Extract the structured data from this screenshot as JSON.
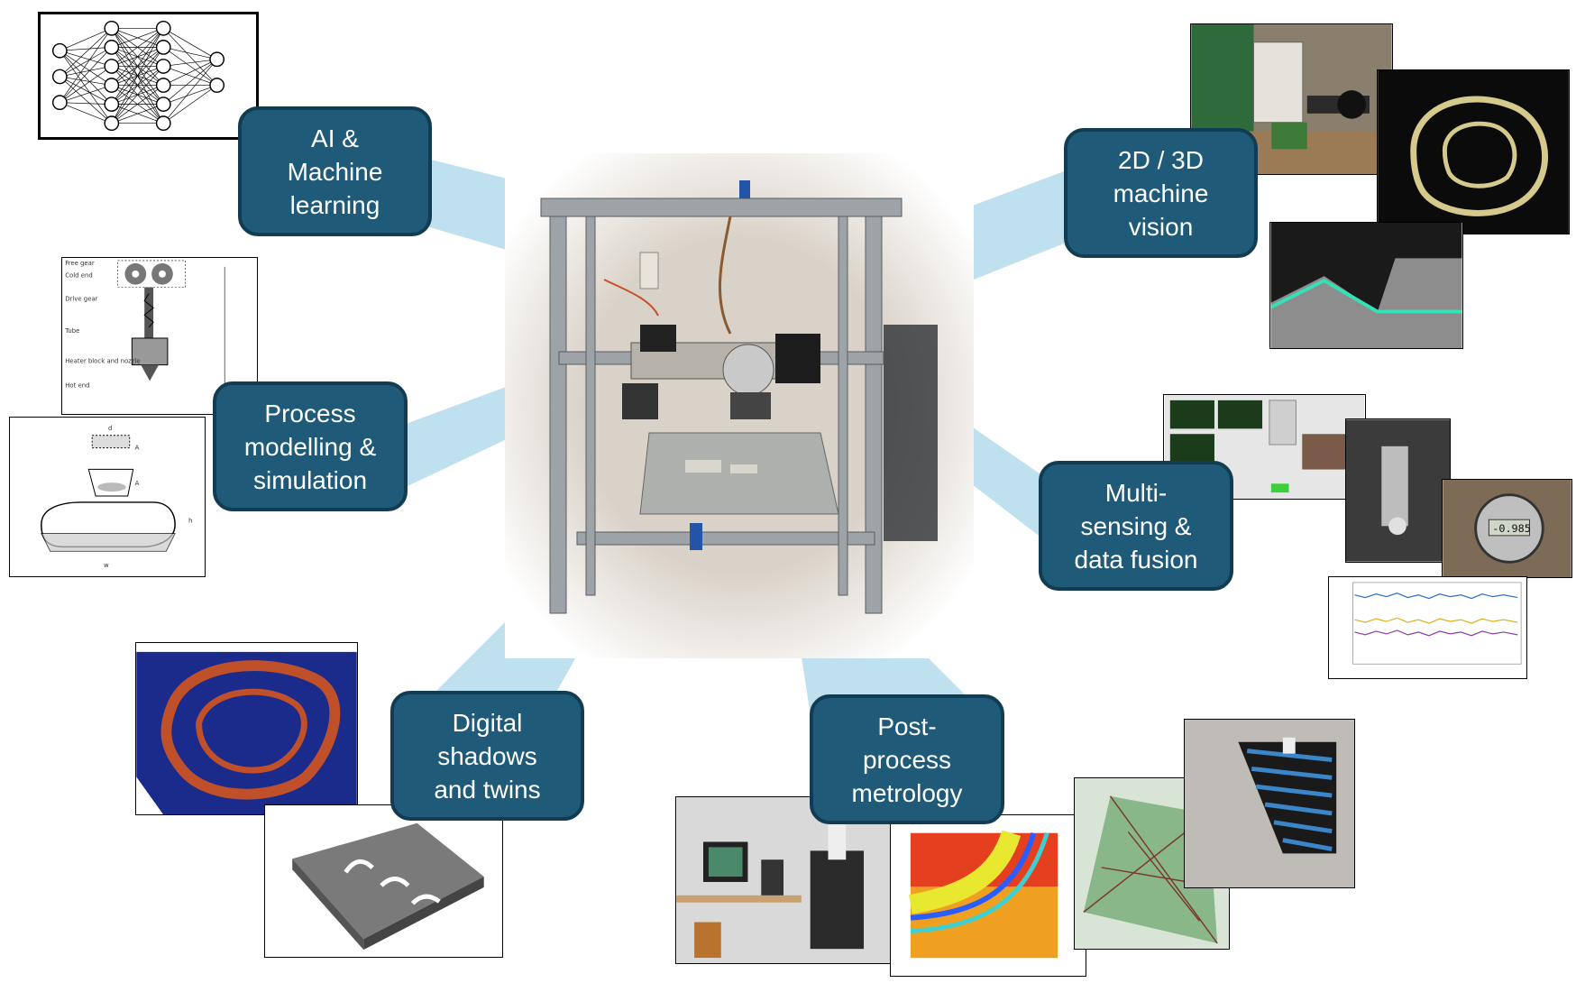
{
  "labels": {
    "ai": "AI &\nMachine\nlearning",
    "vision": "2D / 3D\nmachine\nvision",
    "modelling": "Process\nmodelling &\nsimulation",
    "sensing": "Multi-\nsensing &\ndata fusion",
    "digital": "Digital\nshadows\nand twins",
    "metrology": "Post-\nprocess\nmetrology"
  },
  "diagram_text": {
    "free_gear": "Free gear",
    "cold_end": "Cold end",
    "drive_gear": "Drive gear",
    "tube": "Tube",
    "heater": "Heater block and nozzle",
    "hot_end": "Hot end",
    "d0": "d",
    "A0": "A",
    "A1": "A",
    "h": "h",
    "w": "w",
    "gauge": "-0.985"
  },
  "colors": {
    "label_fill": "#1f5a78",
    "label_border": "#123c52",
    "beam": "#a9d6ea"
  }
}
